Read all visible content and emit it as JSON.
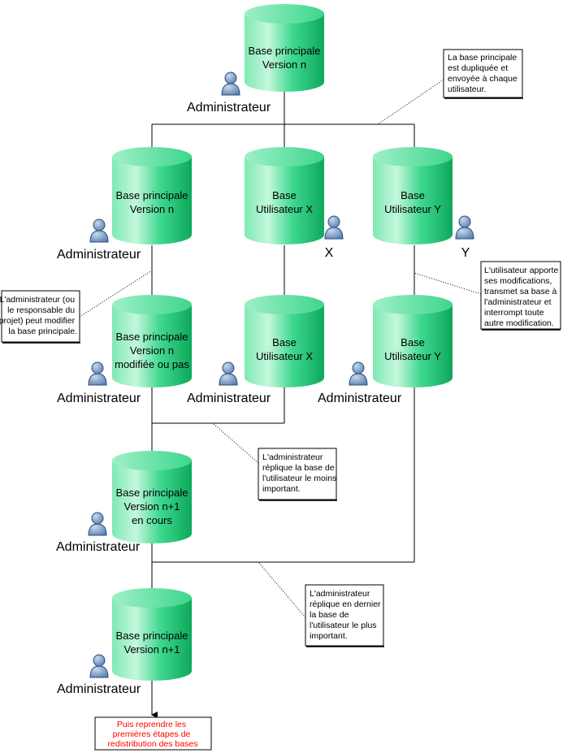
{
  "cylinders": {
    "c1": {
      "line1": "Base principale",
      "line2": "Version n"
    },
    "c2": {
      "line1": "Base principale",
      "line2": "Version n"
    },
    "c3": {
      "line1": "Base",
      "line2": "Utilisateur X"
    },
    "c4": {
      "line1": "Base",
      "line2": "Utilisateur Y"
    },
    "c5": {
      "line1": "Base principale",
      "line2": "Version n",
      "line3": "modifiée ou pas"
    },
    "c6": {
      "line1": "Base",
      "line2": "Utilisateur X"
    },
    "c7": {
      "line1": "Base",
      "line2": "Utilisateur Y"
    },
    "c8": {
      "line1": "Base principale",
      "line2": "Version n+1",
      "line3": "en cours"
    },
    "c9": {
      "line1": "Base principale",
      "line2": "Version n+1"
    }
  },
  "users": {
    "administrator": "Administrateur",
    "x": "X",
    "y": "Y"
  },
  "notes": {
    "n1": [
      "La base principale",
      "est dupliquée et",
      "envoyée à chaque",
      "utilisateur."
    ],
    "n2": [
      "L'administrateur (ou",
      "le responsable du",
      "projet) peut modifier",
      "la base principale."
    ],
    "n3": [
      "L'utilisateur apporte",
      "ses modifications,",
      "transmet sa base à",
      "l'administrateur et",
      "interrompt toute",
      "autre modification."
    ],
    "n4": [
      "L'administrateur",
      "réplique la base de",
      "l'utilisateur le moins",
      "important."
    ],
    "n5": [
      "L'administrateur",
      "réplique en dernier",
      "la base de",
      "l'utilisateur le plus",
      "important."
    ]
  },
  "final_box": [
    "Puis reprendre les",
    "premières étapes de",
    "redistribution des bases"
  ],
  "colors": {
    "cylinder_light": "#b8f5d6",
    "cylinder_mid": "#2fd98a",
    "cylinder_dark": "#0fb062",
    "user_icon": "#6a8fbf",
    "final_text": "#ff0000"
  }
}
